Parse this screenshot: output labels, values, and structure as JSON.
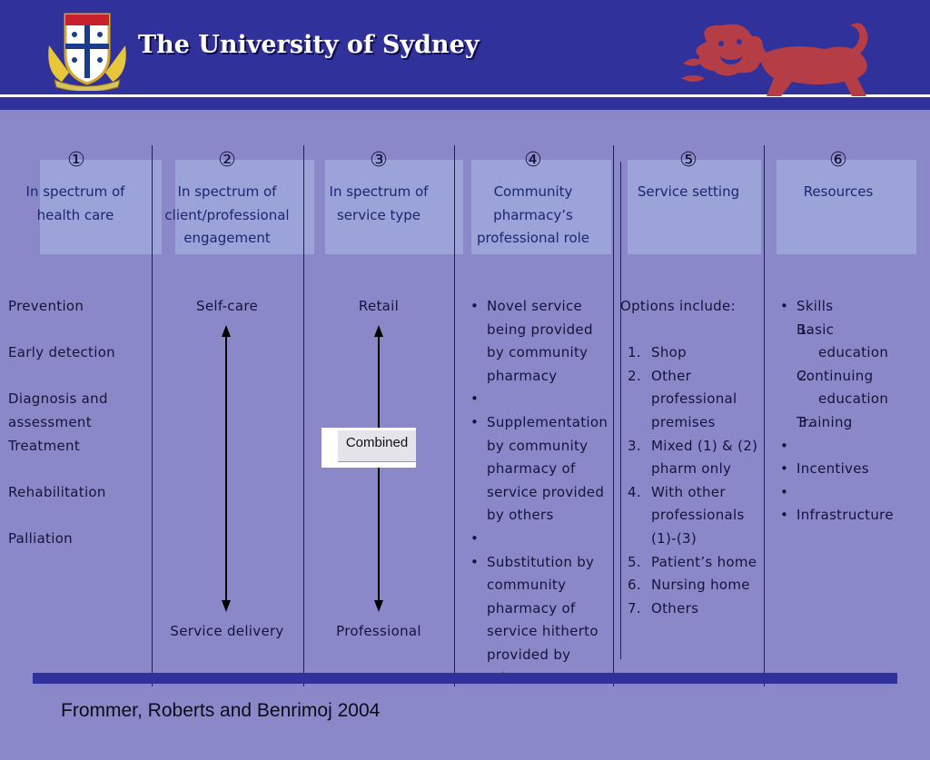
{
  "header": {
    "title": "The University of Sydney",
    "colors": {
      "header_bg": "#30319a",
      "page_bg": "#8a88c9",
      "lion": "#b53d46"
    }
  },
  "columns": [
    {
      "number": "①",
      "heading": [
        "In spectrum of",
        "health care"
      ]
    },
    {
      "number": "②",
      "heading": [
        "In spectrum of",
        "client/professional",
        "engagement"
      ]
    },
    {
      "number": "③",
      "heading": [
        "In spectrum of",
        "service type"
      ]
    },
    {
      "number": "④",
      "heading": [
        "Community",
        "pharmacy’s",
        "professional role"
      ]
    },
    {
      "number": "⑤",
      "heading": [
        "Service setting"
      ]
    },
    {
      "number": "⑥",
      "heading": [
        "Resources"
      ]
    }
  ],
  "col1_items": [
    "Prevention",
    "Early detection",
    "Diagnosis and\nassessment",
    "Treatment",
    "Rehabilitation",
    "Palliation"
  ],
  "col2": {
    "top": "Self-care",
    "bottom": "Service delivery"
  },
  "col3": {
    "top": "Retail",
    "middle": "Combined",
    "bottom": "Professional"
  },
  "col4_bullets": [
    [
      "Novel service",
      "being provided",
      "by community",
      "pharmacy"
    ],
    [
      "Supplementation",
      "by community",
      "pharmacy of",
      "service provided",
      "by others"
    ],
    [
      "Substitution by",
      "community",
      "pharmacy of",
      "service hitherto",
      "provided by",
      "others"
    ]
  ],
  "col5": {
    "intro": "Options include:",
    "options": [
      {
        "n": "1.",
        "lines": [
          "Shop"
        ]
      },
      {
        "n": "2.",
        "lines": [
          "Other",
          "professional",
          "premises"
        ]
      },
      {
        "n": "3.",
        "lines": [
          "Mixed (1) & (2)",
          "pharm only"
        ]
      },
      {
        "n": "4.",
        "lines": [
          "With other",
          "professionals",
          "(1)-(3)"
        ]
      },
      {
        "n": "5.",
        "lines": [
          "Patient’s home"
        ]
      },
      {
        "n": "6.",
        "lines": [
          "Nursing home"
        ]
      },
      {
        "n": "7.",
        "lines": [
          "Others"
        ]
      }
    ]
  },
  "col6": {
    "skills_label": "Skills",
    "skills": [
      {
        "n": "1.",
        "lines": [
          "Basic",
          "education"
        ]
      },
      {
        "n": "2.",
        "lines": [
          "Continuing",
          "education"
        ]
      },
      {
        "n": "3.",
        "lines": [
          "Training"
        ]
      }
    ],
    "others": [
      "Incentives",
      "Infrastructure"
    ]
  },
  "citation": "Frommer, Roberts and Benrimoj 2004"
}
